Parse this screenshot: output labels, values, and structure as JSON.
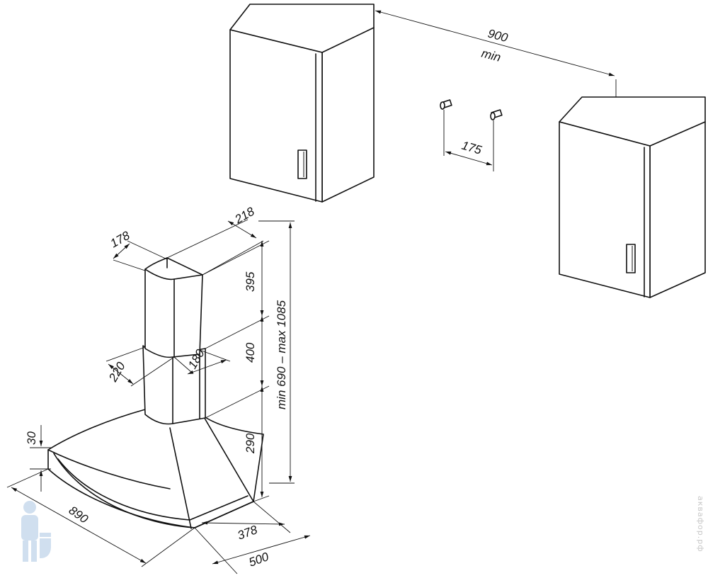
{
  "dimensions": {
    "cabinet_gap_value": "900",
    "cabinet_gap_qualifier": "min",
    "bolt_spacing": "175",
    "chimney_top_depth": "218",
    "chimney_top_width": "178",
    "upper_chimney_height": "395",
    "lower_chimney_height": "400",
    "overall_height_range": "min 690 – max 1085",
    "lower_chimney_depth": "220",
    "lower_chimney_width": "180",
    "canopy_height": "290",
    "rim_thickness": "30",
    "hood_width": "890",
    "canopy_front_depth": "378",
    "hood_depth": "500"
  },
  "watermark": {
    "text": "аквафор.рф"
  },
  "colors": {
    "line": "#111111",
    "background": "#ffffff",
    "mascot": "#5b8ec9"
  }
}
